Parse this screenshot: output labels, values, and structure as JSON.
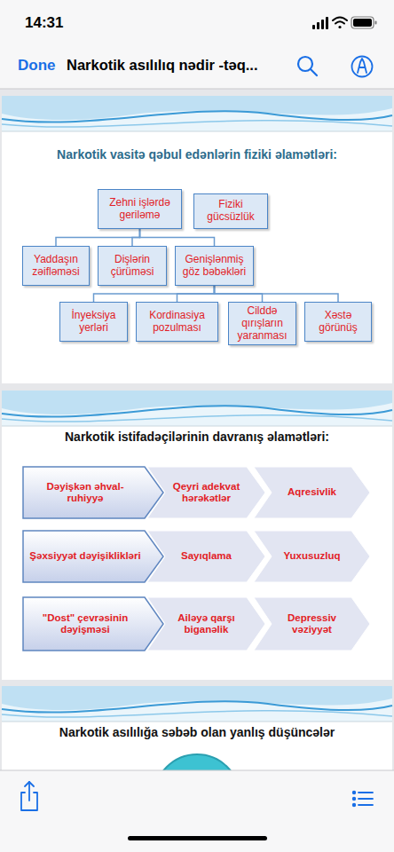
{
  "diagram": {
    "title": "Narkotik asılılıq nədir -təq...",
    "nodes": [
      {
        "text": [
          "Zehni işlərdə geriləmə"
        ]
      },
      {
        "text": [
          "Fiziki gücsüzlük"
        ]
      },
      {
        "text": [
          "Yaddaşın zəifləməsi"
        ]
      },
      {
        "text": [
          "Dişlərin çürüməsi"
        ]
      },
      {
        "text": [
          "Genişlənmiş göz bəbəkləri"
        ]
      },
      {
        "text": [
          "İnyeksiya yerləri"
        ]
      },
      {
        "text": [
          "Kordinasiya pozulması"
        ]
      },
      {
        "text": [
          "Cilddə qırışların yaranması"
        ]
      },
      {
        "text": [
          "Xəstə görünüş"
        ]
      },
      {
        "text": [
          "Dəyişkən əhval-ruhiyyə"
        ]
      },
      {
        "text": [
          "Qeyri adekvat hərəkətlər"
        ]
      },
      {
        "text": [
          "Aqresivlik"
        ]
      },
      {
        "text": [
          "Şəxsiyyət dəyişiklikləri"
        ]
      },
      {
        "text": [
          "Sayıqlama"
        ]
      },
      {
        "text": [
          "Yuxusuzluq"
        ]
      },
      {
        "text": [
          "\"Dost\" çevrəsinin dəyişməsi"
        ]
      },
      {
        "text": [
          "Ailəyə qarşı biganəlik"
        ]
      },
      {
        "text": [
          "Depressiv vəziyyət"
        ]
      }
    ],
    "edges": [
      {
        "from": 0,
        "to": 2,
        "arrow": "none"
      },
      {
        "from": 0,
        "to": 3,
        "arrow": "none"
      },
      {
        "from": 0,
        "to": 4,
        "arrow": "none"
      },
      {
        "from": 4,
        "to": 5,
        "arrow": "none"
      },
      {
        "from": 4,
        "to": 6,
        "arrow": "none"
      },
      {
        "from": 4,
        "to": 7,
        "arrow": "none"
      },
      {
        "from": 4,
        "to": 8,
        "arrow": "none"
      }
    ],
    "labels": [
      "14:31",
      "Done",
      "Narkotik vasitə qəbul edənlərin fiziki əlamətləri:",
      "Narkotik istifadəçilərinin davranış əlamətləri:",
      "Narkotik asılılığa səbəb olan yanlış düşüncələr"
    ]
  }
}
